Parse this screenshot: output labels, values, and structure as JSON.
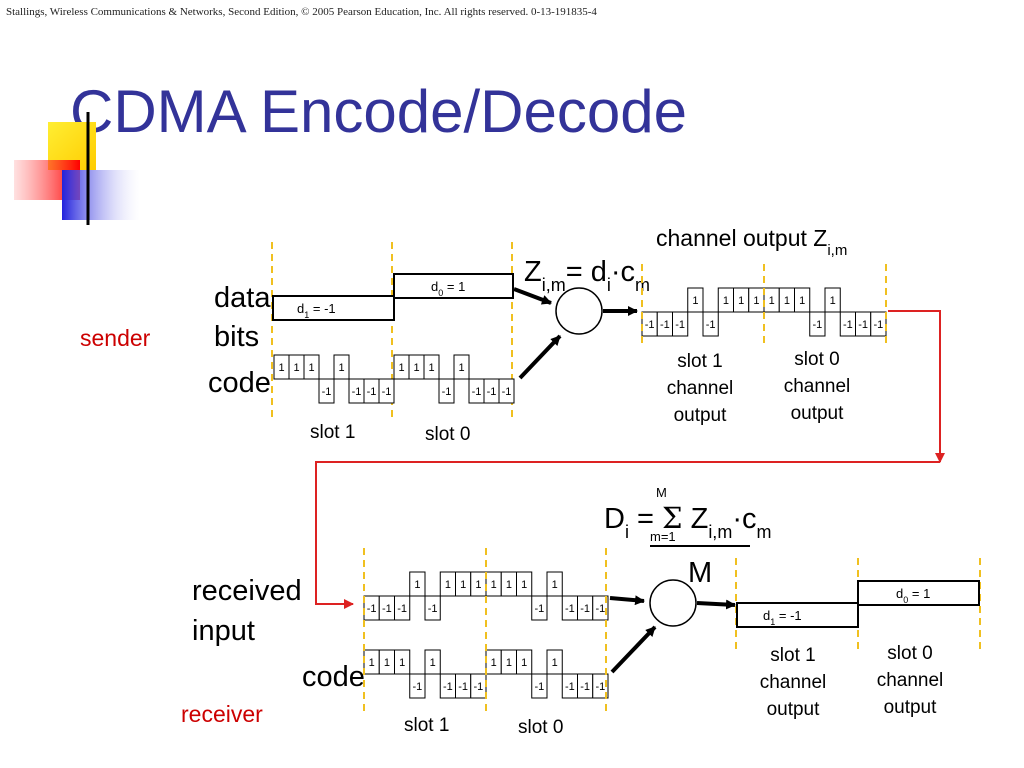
{
  "copyright": "Stallings, Wireless Communications & Networks, Second Edition, © 2005 Pearson Education, Inc. All rights reserved. 0-13-191835-4",
  "title": "CDMA Encode/Decode",
  "colors": {
    "title": "#333399",
    "role_label": "#cc0000",
    "arrow": "#dd2222",
    "ink": "#000000"
  },
  "sender": {
    "role_label": "sender",
    "data_label_1": "data",
    "data_label_2": "bits",
    "code_label": "code",
    "d1_label": "d",
    "d1_sub": "1",
    "d1_value": " = -1",
    "d0_label": "d",
    "d0_sub": "0",
    "d0_value": " = 1",
    "slot1_label": "slot 1",
    "slot0_label": "slot 0",
    "code_chips": [
      1,
      1,
      1,
      -1,
      1,
      -1,
      -1,
      -1,
      1,
      1,
      1,
      -1,
      1,
      -1,
      -1,
      -1
    ],
    "formula": {
      "lhs": "Z",
      "lhs_sub": "i,m",
      "eq": "= d",
      "d_sub": "i",
      "dot": "·",
      "c": "c",
      "c_sub": "m"
    },
    "channel_output_label": "channel output Z",
    "channel_output_sub": "i,m",
    "output_chips": [
      -1,
      -1,
      -1,
      1,
      -1,
      1,
      1,
      1,
      1,
      1,
      1,
      -1,
      1,
      -1,
      -1,
      -1
    ],
    "out_slot1_lines": [
      "slot 1",
      "channel",
      "output"
    ],
    "out_slot0_lines": [
      "slot 0",
      "channel",
      "output"
    ]
  },
  "receiver": {
    "role_label": "receiver",
    "received_label_1": "received",
    "received_label_2": "input",
    "code_label": "code",
    "input_chips": [
      -1,
      -1,
      -1,
      1,
      -1,
      1,
      1,
      1,
      1,
      1,
      1,
      -1,
      1,
      -1,
      -1,
      -1
    ],
    "code_chips": [
      1,
      1,
      1,
      -1,
      1,
      -1,
      -1,
      -1,
      1,
      1,
      1,
      -1,
      1,
      -1,
      -1,
      -1
    ],
    "slot1_label": "slot 1",
    "slot0_label": "slot 0",
    "formula": {
      "lhs": "D",
      "lhs_sub": "i",
      "eq": " = ",
      "sigma": "Σ",
      "upper": "M",
      "lower": "m=1",
      "z": " Z",
      "z_sub": "i,m",
      "dot": "·",
      "c": "c",
      "c_sub": "m",
      "denominator": "M"
    },
    "d1_label": "d",
    "d1_sub": "1",
    "d1_value": " = -1",
    "d0_label": "d",
    "d0_sub": "0",
    "d0_value": " = 1",
    "out_slot1_lines": [
      "slot 1",
      "channel",
      "output"
    ],
    "out_slot0_lines": [
      "slot 0",
      "channel",
      "output"
    ]
  }
}
